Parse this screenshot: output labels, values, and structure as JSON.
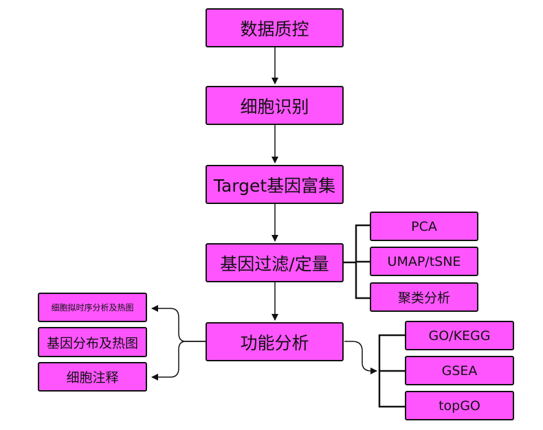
{
  "colors": {
    "box_fill": "#ff55ff",
    "box_border": "#111111",
    "connector": "#111111"
  },
  "main_flow": [
    {
      "label": "数据质控"
    },
    {
      "label": "细胞识别"
    },
    {
      "label": "Target基因富集"
    },
    {
      "label": "基因过滤/定量"
    },
    {
      "label": "功能分析"
    }
  ],
  "filter_branches": [
    {
      "label": "PCA"
    },
    {
      "label": "UMAP/tSNE"
    },
    {
      "label": "聚类分析"
    }
  ],
  "enrichment_branches": [
    {
      "label": "GO/KEGG"
    },
    {
      "label": "GSEA"
    },
    {
      "label": "topGO"
    }
  ],
  "analysis_outputs": [
    {
      "label": "细胞拟时序分析及热图"
    },
    {
      "label": "基因分布及热图"
    },
    {
      "label": "细胞注释"
    }
  ]
}
